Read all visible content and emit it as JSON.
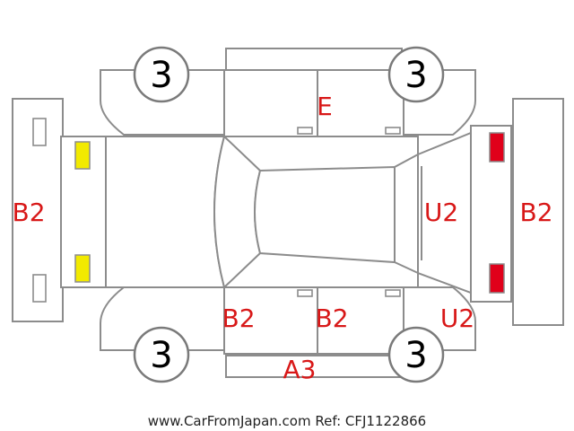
{
  "tires": {
    "front_left": "3",
    "front_right": "3",
    "rear_left": "3",
    "rear_right": "3"
  },
  "damage_codes": {
    "front_bumper": "B2",
    "roof_top": "E",
    "tailgate": "U2",
    "rear_bumper": "B2",
    "left_front_door": "B2",
    "left_rear_door": "B2",
    "left_rear_quarter": "U2",
    "left_rocker": "A3"
  },
  "lamps": {
    "front_color": "#f2ea00",
    "rear_color": "#e0001a"
  },
  "footer": "www.CarFromJapan.com Ref: CFJ1122866"
}
